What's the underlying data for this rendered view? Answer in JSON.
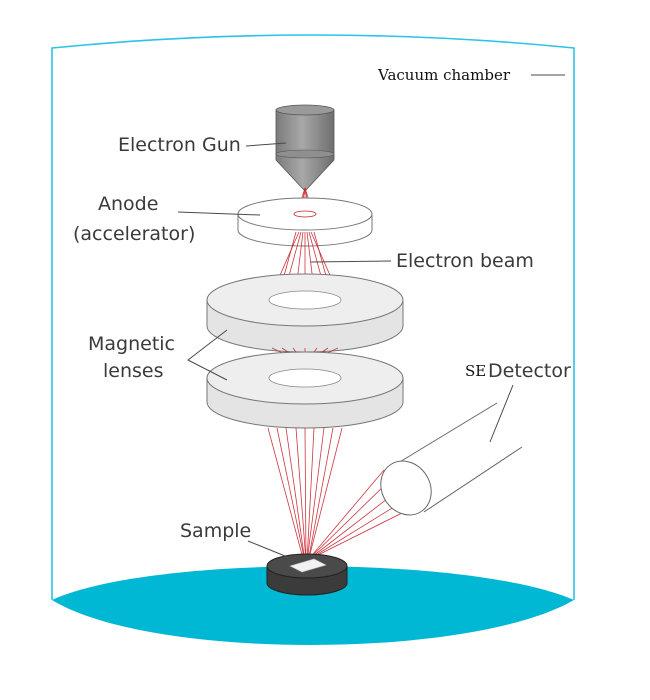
{
  "labels": {
    "vacuum_chamber": "Vacuum chamber",
    "electron_gun": "Electron Gun",
    "anode_line1": "Anode",
    "anode_line2": "(accelerator)",
    "electron_beam": "Electron beam",
    "magnetic_line1": "Magnetic",
    "magnetic_line2": "lenses",
    "se_prefix": "SE",
    "detector": "Detector",
    "sample": "Sample"
  },
  "colors": {
    "chamber_outline": "#2cc3e6",
    "chamber_floor": "#00b8d4",
    "beam": "#c8202a",
    "gun_body": "#8a8a8a",
    "lens_top": "#e9e9e9",
    "stage": "#3b3b3b"
  }
}
